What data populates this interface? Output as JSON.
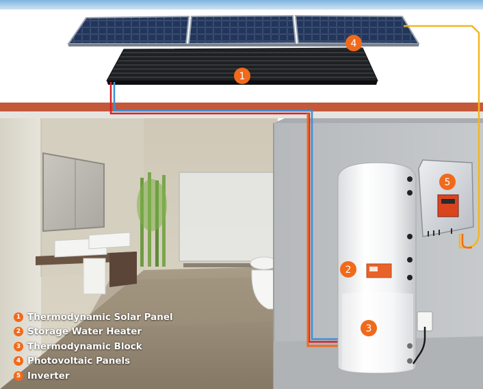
{
  "colors": {
    "accent": "#f06a1c",
    "hot_pipe": "#d8202a",
    "cold_pipe": "#3b8fd6",
    "solar_cable": "#f5b51e",
    "roof_tile": "#e0744f"
  },
  "callouts": [
    {
      "number": "1",
      "target": "thermodynamic-solar-panel"
    },
    {
      "number": "2",
      "target": "storage-water-heater"
    },
    {
      "number": "3",
      "target": "thermodynamic-block"
    },
    {
      "number": "4",
      "target": "photovoltaic-panels"
    },
    {
      "number": "5",
      "target": "inverter"
    }
  ],
  "legend": [
    {
      "number": "1",
      "label": "Thermodynamic Solar Panel"
    },
    {
      "number": "2",
      "label": "Storage Water Heater"
    },
    {
      "number": "3",
      "label": "Thermodynamic Block"
    },
    {
      "number": "4",
      "label": "Photovoltaic Panels"
    },
    {
      "number": "5",
      "label": "Inverter"
    }
  ]
}
